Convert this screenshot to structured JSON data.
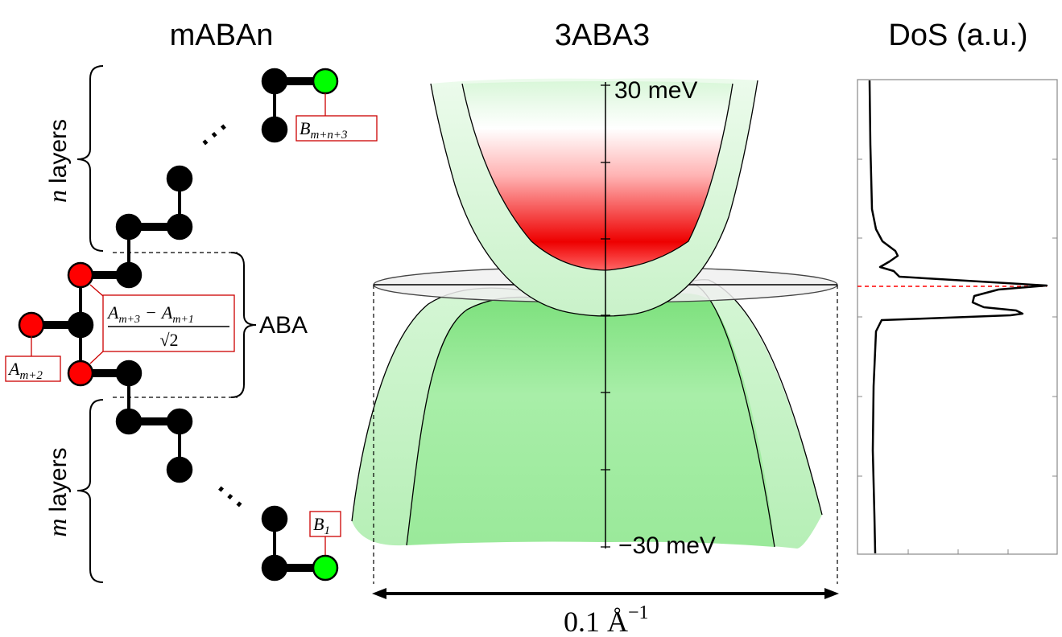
{
  "panels": {
    "left_title": "mABAn",
    "middle_title": "3ABA3",
    "right_title": "DoS (a.u.)"
  },
  "left": {
    "n_layers": {
      "var": "n",
      "word": "layers"
    },
    "m_layers": {
      "var": "m",
      "word": "layers"
    },
    "aba_label": "ABA",
    "ellipsis": "⋯",
    "labels": {
      "top_site": {
        "base": "B",
        "sub": "m+n+3"
      },
      "bottom_site": {
        "base": "B",
        "sub": "1"
      },
      "left_site": {
        "base": "A",
        "sub": "m+2"
      },
      "fraction_num": {
        "a": "A",
        "a_sub": "m+3",
        "op": "−",
        "b": "A",
        "b_sub": "m+1"
      },
      "fraction_den": "√2"
    },
    "colors": {
      "red": "#ff0000",
      "green": "#00ff00",
      "black": "#000000",
      "label_border": "#cc0000"
    }
  },
  "middle": {
    "e_top": "30 meV",
    "e_bottom": "−30 meV",
    "k_scale": "0.1 Å",
    "k_scale_exp": "−1"
  },
  "right": {
    "fermi_color": "#ff0000"
  }
}
